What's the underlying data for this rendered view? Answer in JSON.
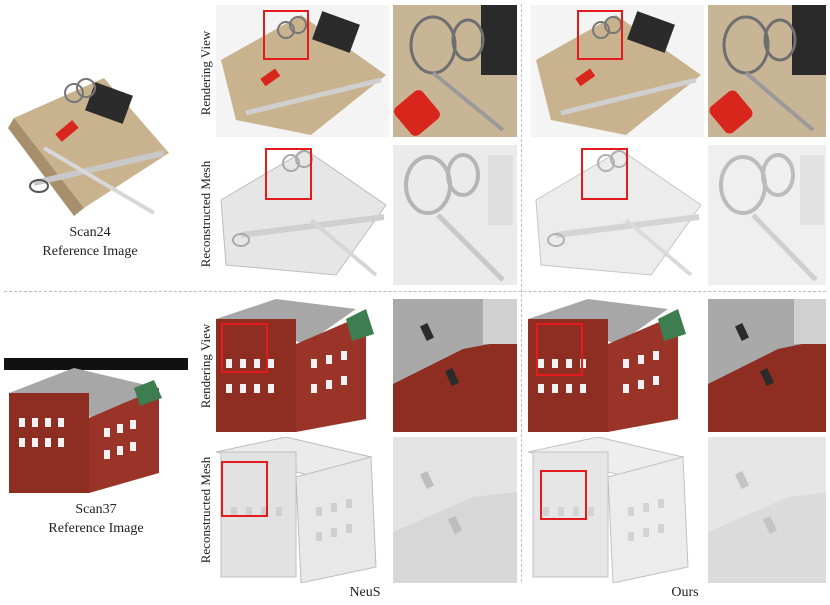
{
  "scenes": [
    {
      "caption_line1": "Scan24",
      "caption_line2": "Reference Image"
    },
    {
      "caption_line1": "Scan37",
      "caption_line2": "Reference Image"
    }
  ],
  "row_labels": {
    "rendering": "Rendering View",
    "mesh": "Reconstructed Mesh"
  },
  "columns": {
    "neus": "NeuS",
    "ours": "Ours"
  },
  "colors": {
    "highlight_box": "#e41a1c",
    "brick_red": "#8e2d22",
    "roof_gray": "#a7a7a7",
    "mesh_gray": "#e6e6e6",
    "stone_tan": "#c9b38f"
  }
}
